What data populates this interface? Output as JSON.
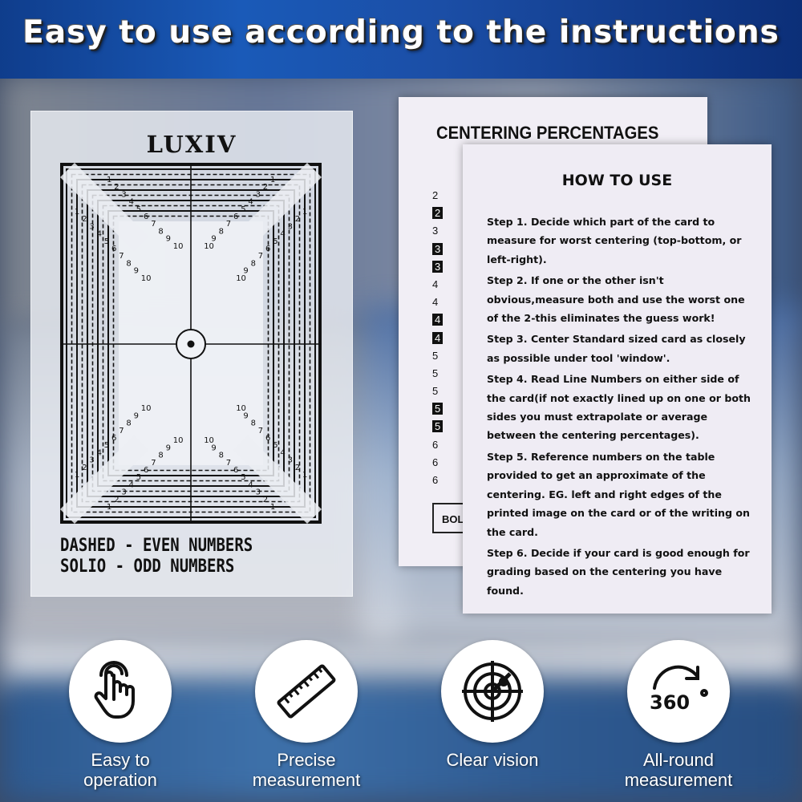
{
  "header": {
    "title": "Easy to use according to the instructions"
  },
  "tool": {
    "logo": "LUXIV",
    "legend_dashed": "DASHED - EVEN NUMBERS",
    "legend_solid": "SOLIO - ODD NUMBERS",
    "line_numbers": [
      "1",
      "2",
      "3",
      "4",
      "5",
      "6",
      "7",
      "8",
      "9",
      "10"
    ]
  },
  "percent_sheet": {
    "title": "CENTERING PERCENTAGES",
    "rows": [
      {
        "text": "2",
        "dark": false
      },
      {
        "text": "2",
        "dark": true
      },
      {
        "text": "3",
        "dark": false
      },
      {
        "text": "3",
        "dark": true
      },
      {
        "text": "3",
        "dark": true
      },
      {
        "text": "4",
        "dark": false
      },
      {
        "text": "4",
        "dark": false
      },
      {
        "text": "4",
        "dark": true
      },
      {
        "text": "4",
        "dark": true
      },
      {
        "text": "5",
        "dark": false
      },
      {
        "text": "5",
        "dark": false
      },
      {
        "text": "5",
        "dark": false
      },
      {
        "text": "5",
        "dark": true
      },
      {
        "text": "5",
        "dark": true
      },
      {
        "text": "6",
        "dark": false
      },
      {
        "text": "6",
        "dark": false
      },
      {
        "text": "6",
        "dark": false
      }
    ],
    "bold_box": "BOL"
  },
  "how_to": {
    "title": "HOW TO USE",
    "steps": [
      "Step 1. Decide which part of the card to measure for worst centering (top-bottom, or left-right).",
      "Step 2. If one or the other isn't obvious,measure both and use the worst one of the 2-this eliminates the guess work!",
      "Step 3. Center Standard sized card as closely as possible under tool 'window'.",
      "Step 4. Read Line Numbers on either side of the card(if not exactly lined up on one or both sides you must extrapolate or average between the centering percentages).",
      "Step 5. Reference numbers on the table provided to get an approximate of the centering. EG. left and right edges of the printed image on the card or of the writing on the card.",
      "Step 6. Decide if your card is good enough for grading based on the centering you have found."
    ]
  },
  "features": [
    {
      "label_1": "Easy to",
      "label_2": "operation",
      "icon": "tap-hand-icon"
    },
    {
      "label_1": "Precise",
      "label_2": "measurement",
      "icon": "ruler-icon"
    },
    {
      "label_1": "Clear vision",
      "label_2": "",
      "icon": "crosshair-target-icon"
    },
    {
      "label_1": "All-round",
      "label_2": "measurement",
      "icon": "rotate-360-icon"
    }
  ],
  "colors": {
    "header_blue": "#1a5ab8",
    "icon_black": "#111111",
    "label_white": "#ffffff"
  }
}
